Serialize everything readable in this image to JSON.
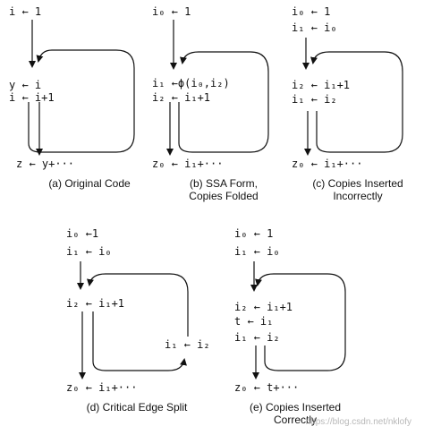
{
  "panels": {
    "a": {
      "line1": "i ← 1",
      "line2": "y ← i",
      "line3": "i ← i+1",
      "line4": "z ← y+···",
      "caption": "(a) Original Code"
    },
    "b": {
      "line1": "i₀ ← 1",
      "line2": "i₁ ←ϕ(i₀,i₂)",
      "line3": "i₂ ← i₁+1",
      "line4": "z₀ ← i₁+···",
      "caption1": "(b) SSA Form,",
      "caption2": "Copies Folded"
    },
    "c": {
      "line1": "i₀ ← 1",
      "line2": "i₁ ← i₀",
      "line3": "i₂ ← i₁+1",
      "line4": "i₁ ← i₂",
      "line5": "z₀ ← i₁+···",
      "caption1": "(c) Copies Inserted",
      "caption2": "Incorrectly"
    },
    "d": {
      "line1": "i₀ ←1",
      "line2": "i₁ ← i₀",
      "line3": "i₂ ← i₁+1",
      "line4": "i₁ ← i₂",
      "line5": "z₀ ← i₁+···",
      "caption": "(d) Critical Edge Split"
    },
    "e": {
      "line1": "i₀ ← 1",
      "line2": "i₁ ← i₀",
      "line3": "i₂ ← i₁+1",
      "line4": "t ← i₁",
      "line5": "i₁ ← i₂",
      "line6": "z₀ ← t+···",
      "caption1": "(e) Copies Inserted",
      "caption2": "Correctly"
    }
  },
  "watermark": "https://blog.csdn.net/nklofy"
}
